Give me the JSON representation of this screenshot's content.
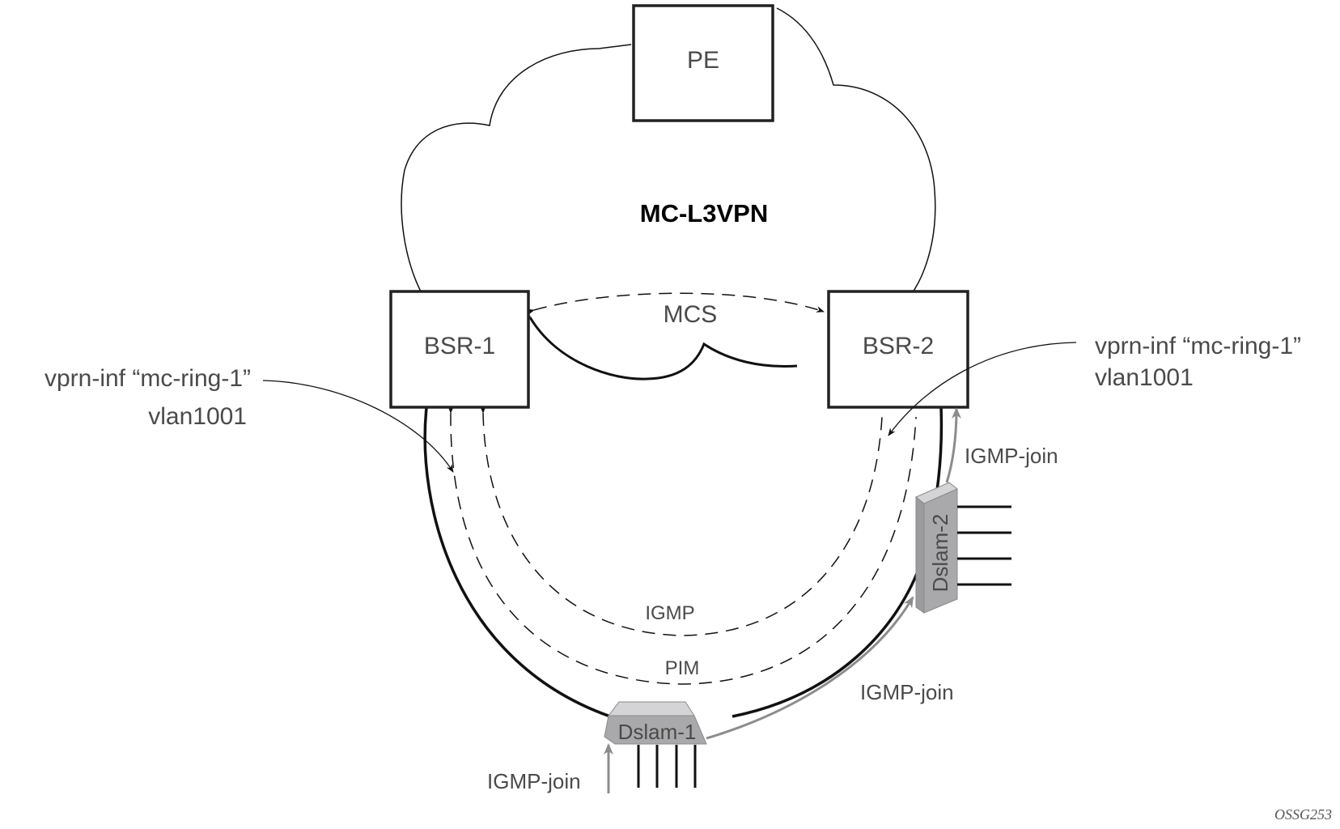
{
  "cloud": {
    "label": "MC-L3VPN"
  },
  "nodes": {
    "pe": {
      "label": "PE"
    },
    "bsr1": {
      "label": "BSR-1"
    },
    "bsr2": {
      "label": "BSR-2"
    },
    "dslam1": {
      "label": "Dslam-1"
    },
    "dslam2": {
      "label": "Dslam-2"
    }
  },
  "links": {
    "mcs": {
      "label": "MCS"
    },
    "igmp": {
      "label": "IGMP"
    },
    "pim": {
      "label": "PIM"
    }
  },
  "annotations": {
    "left_callout": {
      "line1": "vprn-inf “mc-ring-1”",
      "line2": "vlan1001"
    },
    "right_callout": {
      "line1": "vprn-inf “mc-ring-1”",
      "line2": "vlan1001"
    },
    "igmp_join_bottom": "IGMP-join",
    "igmp_join_middle": "IGMP-join",
    "igmp_join_top": "IGMP-join"
  },
  "figure_id": "OSSG253",
  "colors": {
    "line": "#111111",
    "text": "#4a4a4a",
    "dslam_fill": "#a9a9ab",
    "dslam_top": "#d4d4d6",
    "join_arrow": "#8c8c8c"
  }
}
